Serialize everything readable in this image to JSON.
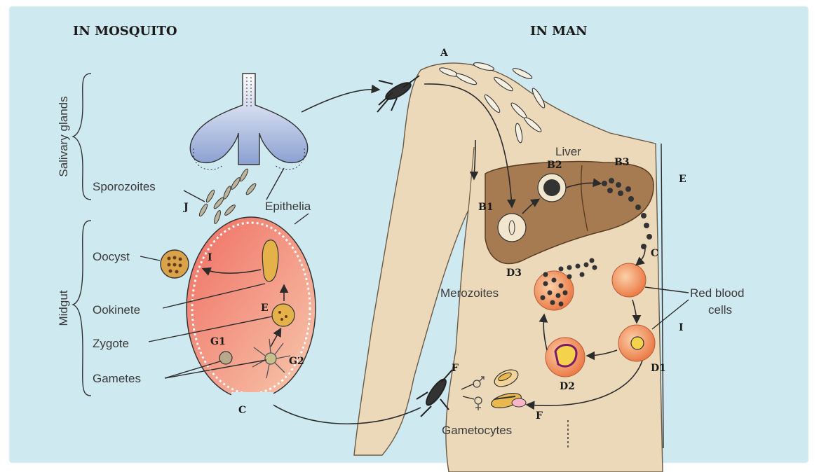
{
  "titles": {
    "mosquito": "IN MOSQUITO",
    "man": "IN MAN"
  },
  "brackets": {
    "salivary": "Salivary glands",
    "midgut": "Midgut"
  },
  "labels": {
    "sporozoites": "Sporozoites",
    "epithelia": "Epithelia",
    "oocyst": "Oocyst",
    "ookinete": "Ookinete",
    "zygote": "Zygote",
    "gametes": "Gametes",
    "liver": "Liver",
    "merozoites": "Merozoites",
    "red_blood_cells_1": "Red blood",
    "red_blood_cells_2": "cells",
    "gametocytes": "Gametocytes"
  },
  "stage_letters": {
    "a": "A",
    "b1": "B1",
    "b2": "B2",
    "b3": "B3",
    "c": "C",
    "d1": "D1",
    "d2": "D2",
    "d3": "D3",
    "e_right": "E",
    "e_mid": "E",
    "f1": "F",
    "f2": "F",
    "g1": "G1",
    "g2": "G2",
    "i_mid": "I",
    "i_right": "I",
    "j": "J",
    "c_bottom": "C"
  },
  "colors": {
    "background": "#cfe9f0",
    "skin": "#ecd9b9",
    "liver": "#a67b52",
    "midgut": "#f2a08a",
    "rbc": "#f6a577",
    "gland": "#7d93c8"
  }
}
